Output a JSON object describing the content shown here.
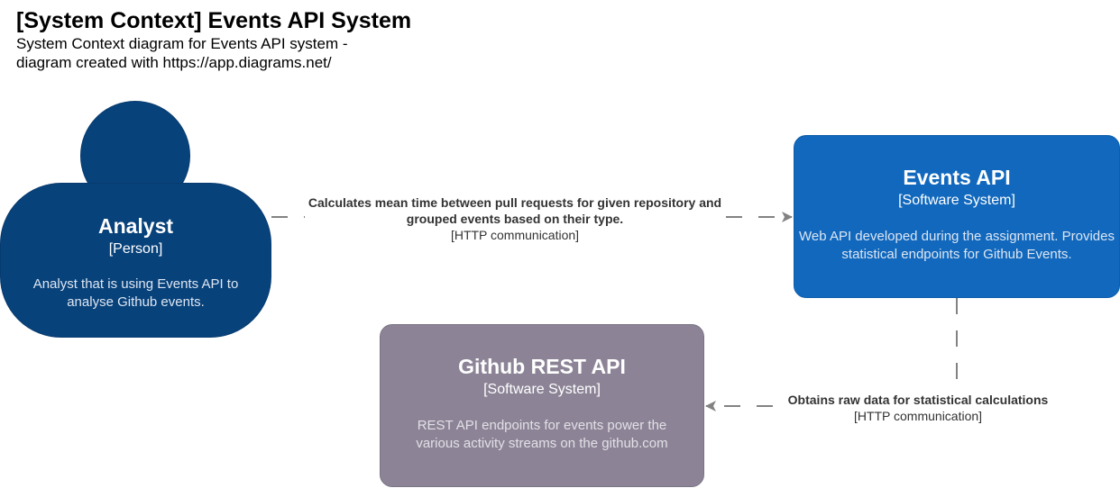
{
  "header": {
    "title": "[System Context] Events API System",
    "subtitle": "System Context diagram for Events API system - diagram created with https://app.diagrams.net/"
  },
  "colors": {
    "person": "#08427b",
    "software_system": "#1168bd",
    "external_system": "#8c8496",
    "relationship": "#828282"
  },
  "nodes": {
    "analyst": {
      "name": "Analyst",
      "type": "[Person]",
      "description": "Analyst that is using Events API to analyse Github events."
    },
    "events_api": {
      "name": "Events API",
      "type": "[Software System]",
      "description": "Web API developed during the assignment. Provides statistical endpoints for Github Events."
    },
    "github_api": {
      "name": "Github REST API",
      "type": "[Software System]",
      "description": "REST API endpoints for events power the various activity streams on the github.com"
    }
  },
  "relationships": {
    "analyst_to_events": {
      "label": "Calculates mean time between pull requests for given repository and grouped events based on their type.",
      "technology": "[HTTP communication]"
    },
    "events_to_github": {
      "label": "Obtains raw data for statistical calculations",
      "technology": "[HTTP communication]"
    }
  }
}
